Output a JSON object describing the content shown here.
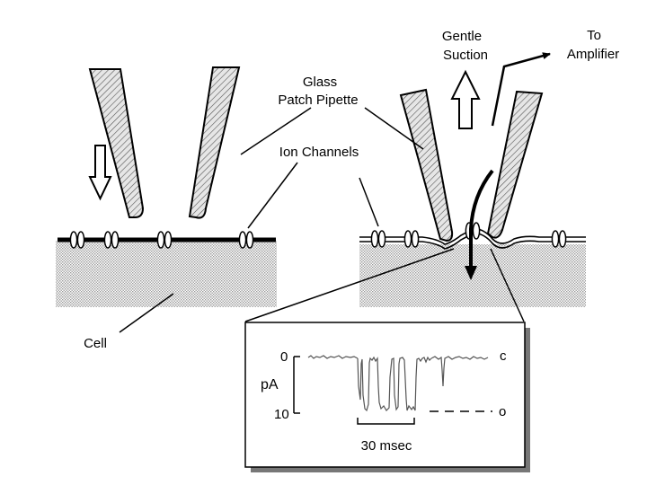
{
  "labels": {
    "gentle_suction": [
      "Gentle",
      "Suction"
    ],
    "to_amplifier": [
      "To",
      "Amplifier"
    ],
    "glass_patch_pipette": [
      "Glass",
      "Patch Pipette"
    ],
    "ion_channels": "Ion Channels",
    "cell": "Cell"
  },
  "recording": {
    "y_axis_unit": "pA",
    "y_tick_top": "0",
    "y_tick_bottom": "10",
    "closed_state_label": "c",
    "open_state_label": "o",
    "time_scale_bar": "30 msec"
  },
  "colors": {
    "ink": "#000000",
    "pipette_fill": "#d6d6d6",
    "cell_fill": "#cfcfcf",
    "trace": "#555555",
    "inset_shadow": "#777777"
  }
}
